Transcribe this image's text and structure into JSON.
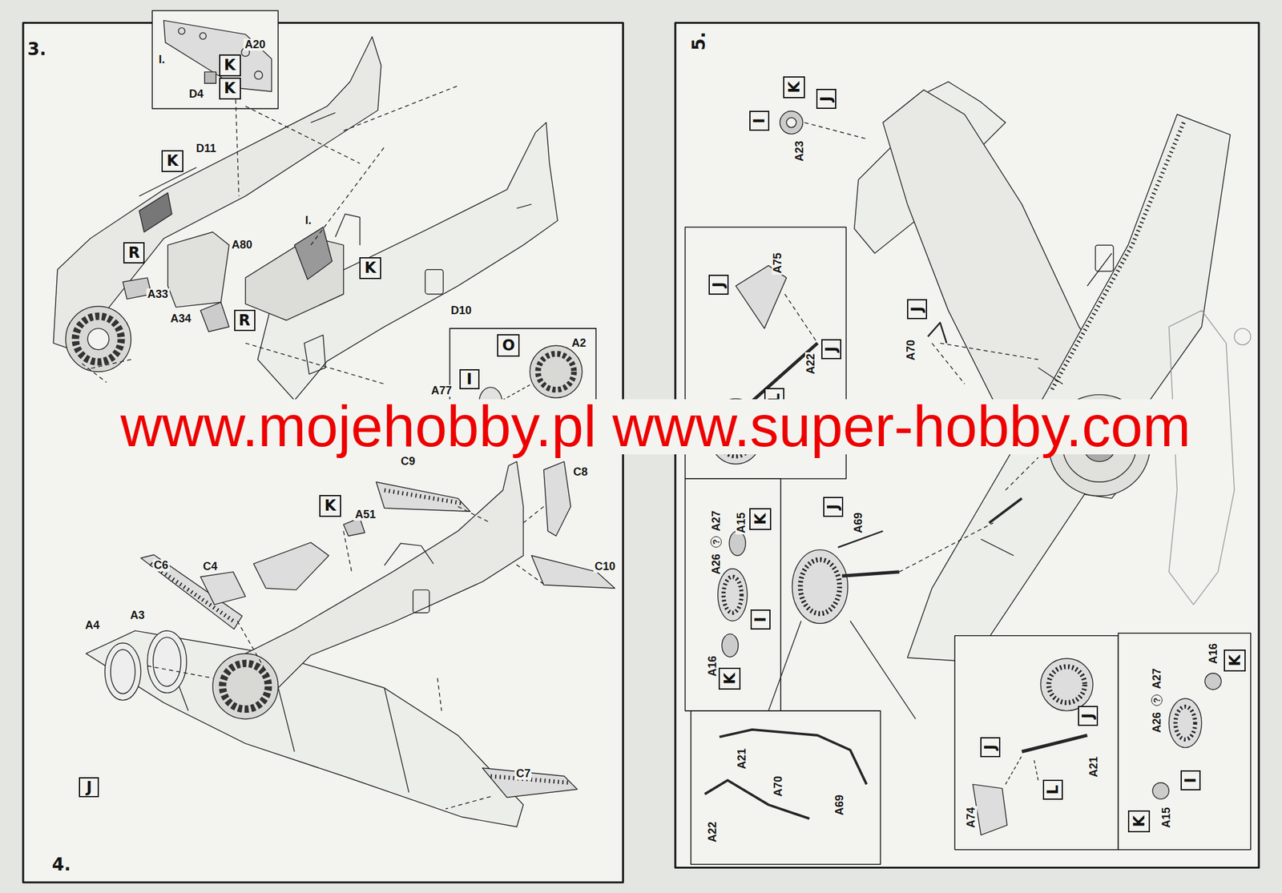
{
  "diagram": {
    "nodes": [
      {
        "text": [
          "K"
        ]
      },
      {
        "text": [
          "K"
        ]
      },
      {
        "text": [
          "K"
        ]
      },
      {
        "text": [
          "R"
        ]
      },
      {
        "text": [
          "K"
        ]
      },
      {
        "text": [
          "R"
        ]
      },
      {
        "text": [
          "O"
        ]
      },
      {
        "text": [
          "I"
        ]
      },
      {
        "text": [
          "K"
        ]
      },
      {
        "text": [
          "J"
        ]
      },
      {
        "text": [
          "K"
        ]
      },
      {
        "text": [
          "J"
        ]
      },
      {
        "text": [
          "I"
        ]
      },
      {
        "text": [
          "J"
        ]
      },
      {
        "text": [
          "J"
        ]
      },
      {
        "text": [
          "J"
        ]
      },
      {
        "text": [
          "L"
        ]
      },
      {
        "text": [
          "J"
        ]
      },
      {
        "text": [
          "K"
        ]
      },
      {
        "text": [
          "I"
        ]
      },
      {
        "text": [
          "K"
        ]
      },
      {
        "text": [
          "K"
        ]
      },
      {
        "text": [
          "J"
        ]
      },
      {
        "text": [
          "J"
        ]
      },
      {
        "text": [
          "I"
        ]
      },
      {
        "text": [
          "L"
        ]
      },
      {
        "text": [
          "K"
        ]
      }
    ],
    "labels": [
      "3.",
      "A20",
      "I.",
      "D4",
      "D11",
      "I.",
      "A80",
      "A33",
      "A34",
      "D10",
      "A2",
      "A77",
      "C9",
      "C8",
      "A51",
      "C6",
      "C4",
      "C10",
      "A3",
      "A4",
      "C7",
      "4.",
      "5.",
      "A23",
      "A75",
      "A22",
      "A70",
      "A27",
      "?",
      "A26",
      "A15",
      "A16",
      "A69",
      "A21",
      "A70",
      "A69",
      "A22",
      "A21",
      "A74",
      "A16",
      "A27",
      "?",
      "A26",
      "A15",
      "www.mojehobby.pl www.super-hobby.com"
    ]
  }
}
